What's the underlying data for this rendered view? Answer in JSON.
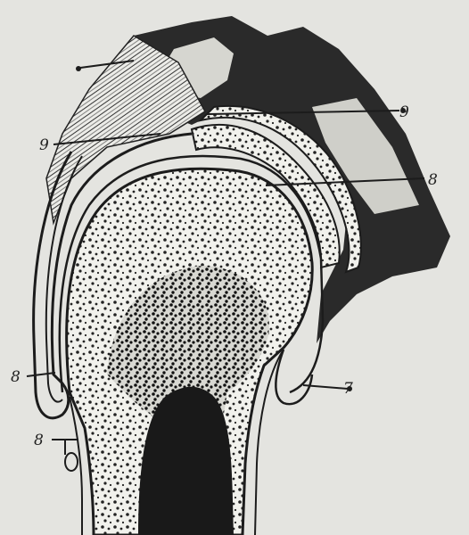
{
  "figure": {
    "type": "anatomical-cross-section",
    "palette": {
      "paper": "#e4e4e0",
      "ink": "#1c1c1c",
      "bone": "#f1f1ec",
      "cartilage": "#f4f4ef",
      "soft_tissue": "#2a2a2a"
    },
    "labels": [
      {
        "text": "9"
      },
      {
        "text": "9"
      },
      {
        "text": "8"
      },
      {
        "text": "8"
      },
      {
        "text": "7"
      },
      {
        "text": "8"
      }
    ]
  }
}
